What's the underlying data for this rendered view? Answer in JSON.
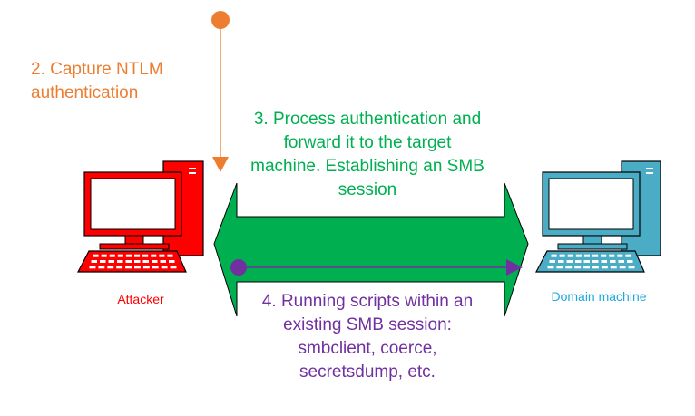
{
  "colors": {
    "orange": "#ED7D31",
    "green": "#00B050",
    "purple": "#7030A0",
    "attacker_red": "#FF0000",
    "domain_blue": "#4BACC6",
    "domain_label": "#1FA7DA"
  },
  "step2": {
    "line1": "2. Capture NTLM",
    "line2": "authentication"
  },
  "step3": {
    "line1": "3. Process authentication and",
    "line2": "forward it to the target",
    "line3": "machine. Establishing an SMB",
    "line4": "session"
  },
  "step4": {
    "line1": "4. Running scripts within an",
    "line2": "existing SMB session:",
    "line3": "smbclient, coerce,",
    "line4": "secretsdump, etc."
  },
  "attacker": {
    "label": "Attacker",
    "icon": "computer-icon"
  },
  "domain": {
    "label": "Domain machine",
    "icon": "computer-icon"
  }
}
